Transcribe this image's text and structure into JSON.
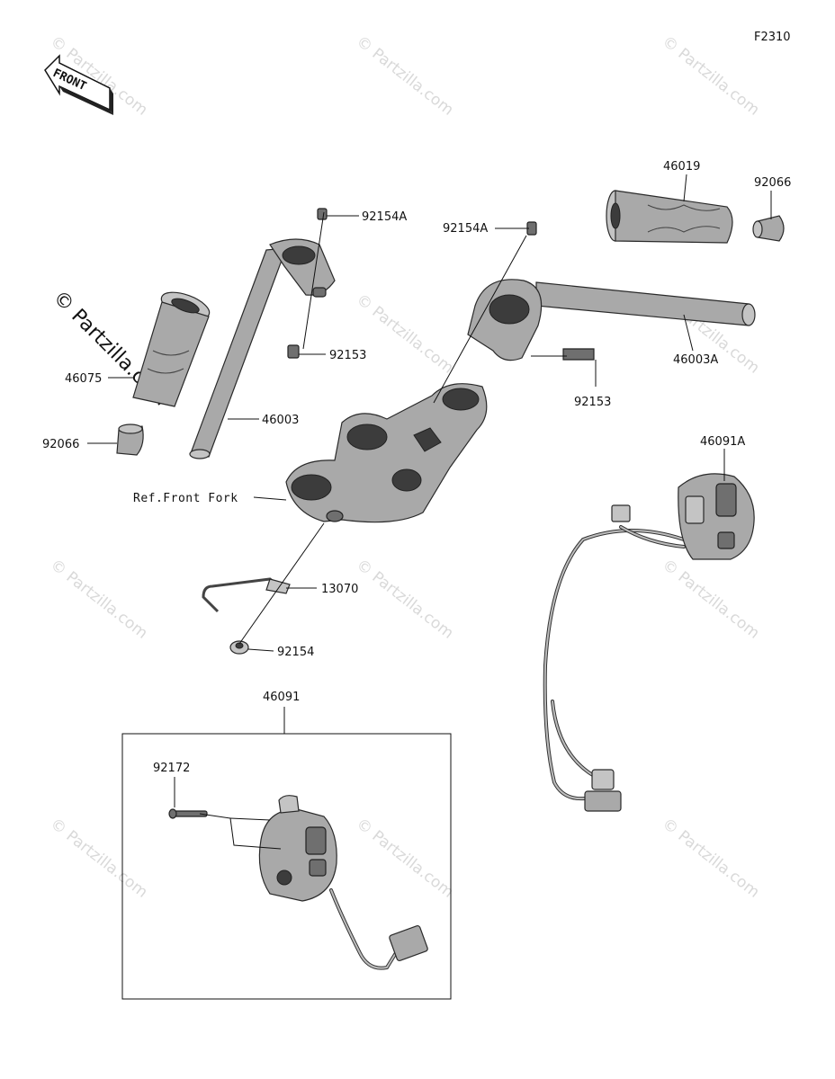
{
  "figure_code": "F2310",
  "front_label": "FRONT",
  "watermark": "© Partzilla.com",
  "watermark_vertical": "© Partzilla.com",
  "labels": {
    "p46019": "46019",
    "p92066_right": "92066",
    "p92154A_left": "92154A",
    "p92154A_right": "92154A",
    "p92153_left": "92153",
    "p46075": "46075",
    "p46003A": "46003A",
    "p92153_right": "92153",
    "p46003": "46003",
    "p92066_left": "92066",
    "ref_front_fork": "Ref.Front Fork",
    "p46091A": "46091A",
    "p13070": "13070",
    "p92154": "92154",
    "p46091": "46091",
    "p92172": "92172"
  }
}
